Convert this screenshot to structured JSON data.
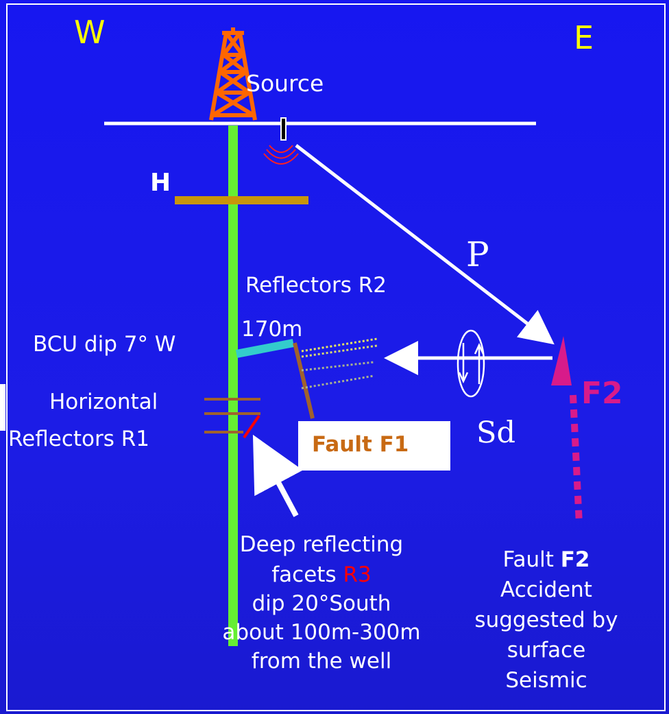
{
  "compass": {
    "west": "W",
    "east": "E"
  },
  "labels": {
    "source": "Source",
    "horizon": "H",
    "p_wave": "P",
    "reflectors_r2": "Reflectors R2",
    "distance": "170m",
    "bcu": "BCU dip 7° W",
    "horizontal": "Horizontal",
    "reflectors_r1": "Reflectors R1",
    "fault_f1": "Fault F1",
    "s_wave": "Sd",
    "f2": "F2"
  },
  "deep_facets": {
    "line1": "Deep reflecting",
    "line2_prefix": "facets ",
    "line2_tag": "R3",
    "line3": "dip 20°South",
    "line4": "about 100m-300m",
    "line5": "from the well"
  },
  "fault_f2_note": {
    "line1_prefix": "Fault ",
    "line1_tag": "F2",
    "line2": "Accident",
    "line3": "suggested by",
    "line4": "surface",
    "line5": "Seismic"
  },
  "colors": {
    "background": "#1a1ae8",
    "compass": "#ffff00",
    "derrick": "#ff6600",
    "well": "#66ee33",
    "horizon": "#c8960a",
    "bcu": "#33cccc",
    "fault_f1": "#a0622d",
    "f2": "#d81b8a",
    "r3": "#ff0000",
    "r2_top": "#e8e860"
  }
}
